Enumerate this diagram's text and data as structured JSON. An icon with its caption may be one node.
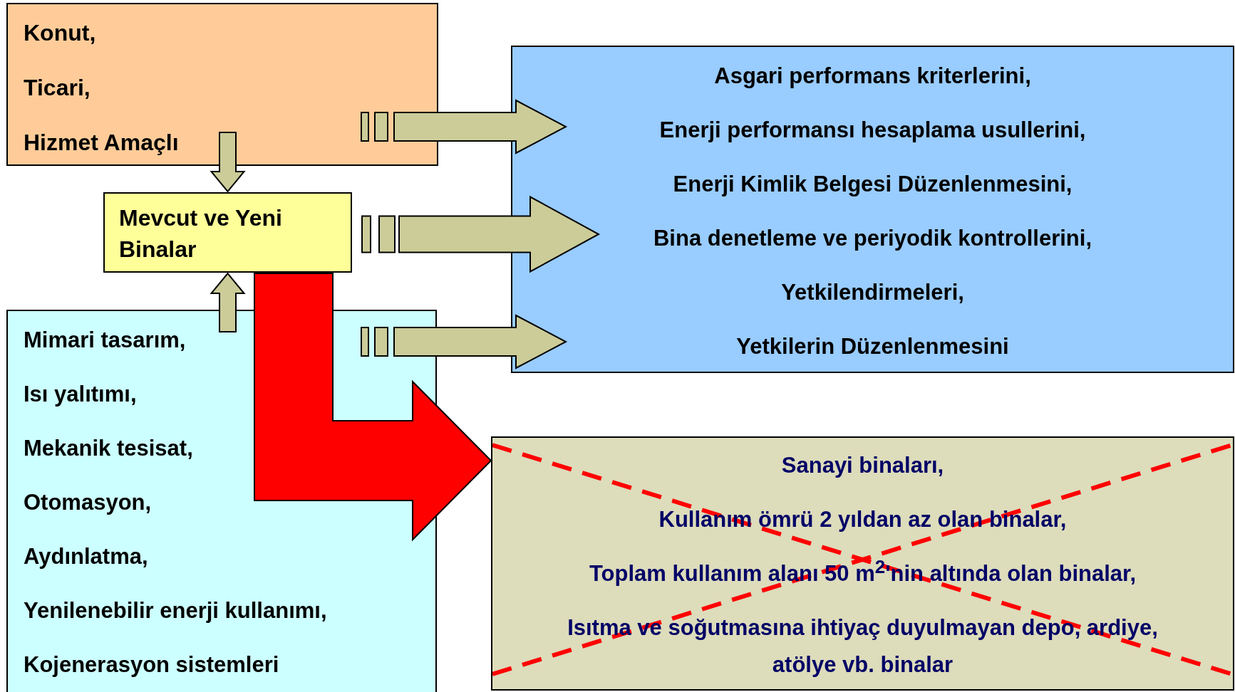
{
  "diagram": {
    "nodes": [
      {
        "text": [
          "Konut,",
          "Ticari,",
          "Hizmet Amaçlı"
        ]
      },
      {
        "text": [
          "Mevcut ve Yeni Binalar"
        ]
      },
      {
        "text": [
          "Mimari tasarım,",
          "Isı yalıtımı,",
          "Mekanik tesisat,",
          "Otomasyon,",
          "Aydınlatma,",
          "Yenilenebilir enerji kullanımı,",
          "Kojenerasyon sistemleri"
        ]
      },
      {
        "text": [
          "Asgari performans kriterlerini,",
          "Enerji performansı hesaplama usullerini,",
          "Enerji Kimlik Belgesi Düzenlenmesini,",
          "Bina denetleme ve periyodik kontrollerini,",
          "Yetkilendirmeleri,",
          "Yetkilerin Düzenlenmesini"
        ]
      },
      {
        "text": [
          "Sanayi binaları,",
          "Kullanım ömrü 2 yıldan az olan binalar,",
          "Toplam kullanım alanı 50 m$^{2}$'nin altında olan binalar,",
          "Isıtma ve soğutmasına ihtiyaç duyulmayan depo, ardiye, atölye vb. binalar"
        ]
      }
    ],
    "edges": [
      {
        "from": 0,
        "to": 1,
        "arrow": "to"
      },
      {
        "from": 2,
        "to": 1,
        "arrow": "to"
      },
      {
        "from": 0,
        "to": 3,
        "arrow": "to"
      },
      {
        "from": 1,
        "to": 3,
        "arrow": "to"
      },
      {
        "from": 2,
        "to": 3,
        "arrow": "to"
      },
      {
        "from": 1,
        "to": 4,
        "arrow": "to",
        "color": "#ff0000"
      }
    ]
  }
}
